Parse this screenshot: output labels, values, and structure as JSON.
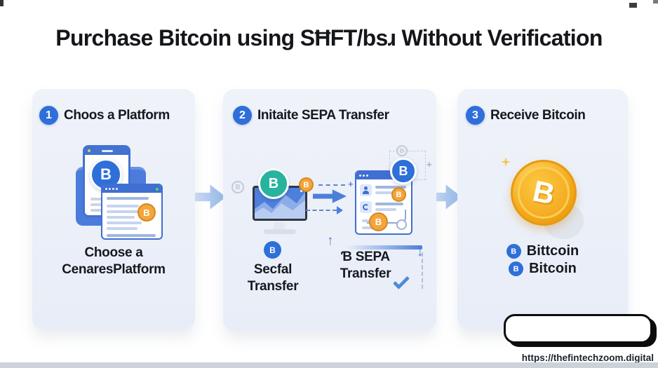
{
  "title": "Purchase Bitcoin using SĦFT/bsɹ Without Verification",
  "steps": [
    {
      "number": "1",
      "label": "Choos a Platform",
      "caption": [
        "Choose a",
        "CenaresPlatform"
      ]
    },
    {
      "number": "2",
      "label": "Initaite SEPA Transfer",
      "caption_left": [
        "Secfal",
        "Transfer"
      ],
      "caption_right": [
        "Ɓ SEPA",
        "Transfer"
      ]
    },
    {
      "number": "3",
      "label": "Receive Bitcoin",
      "caption": [
        "Bittcoin",
        "Bitcoin"
      ]
    }
  ],
  "footer": {
    "url": "https://thefintechzoom.digital"
  },
  "icons": {
    "bitcoin_glyph": "B",
    "arrow_up": "↑",
    "arrow_down": "↓",
    "plus": "+"
  },
  "colors": {
    "accent_blue": "#2e6fd9",
    "teal_coin": "#27b39e",
    "orange_coin": "#f3a63c",
    "gold_coin": "#f3a81c",
    "panel_bg": "#ecf0f8",
    "flow_arrow": "#a9c4ec"
  }
}
